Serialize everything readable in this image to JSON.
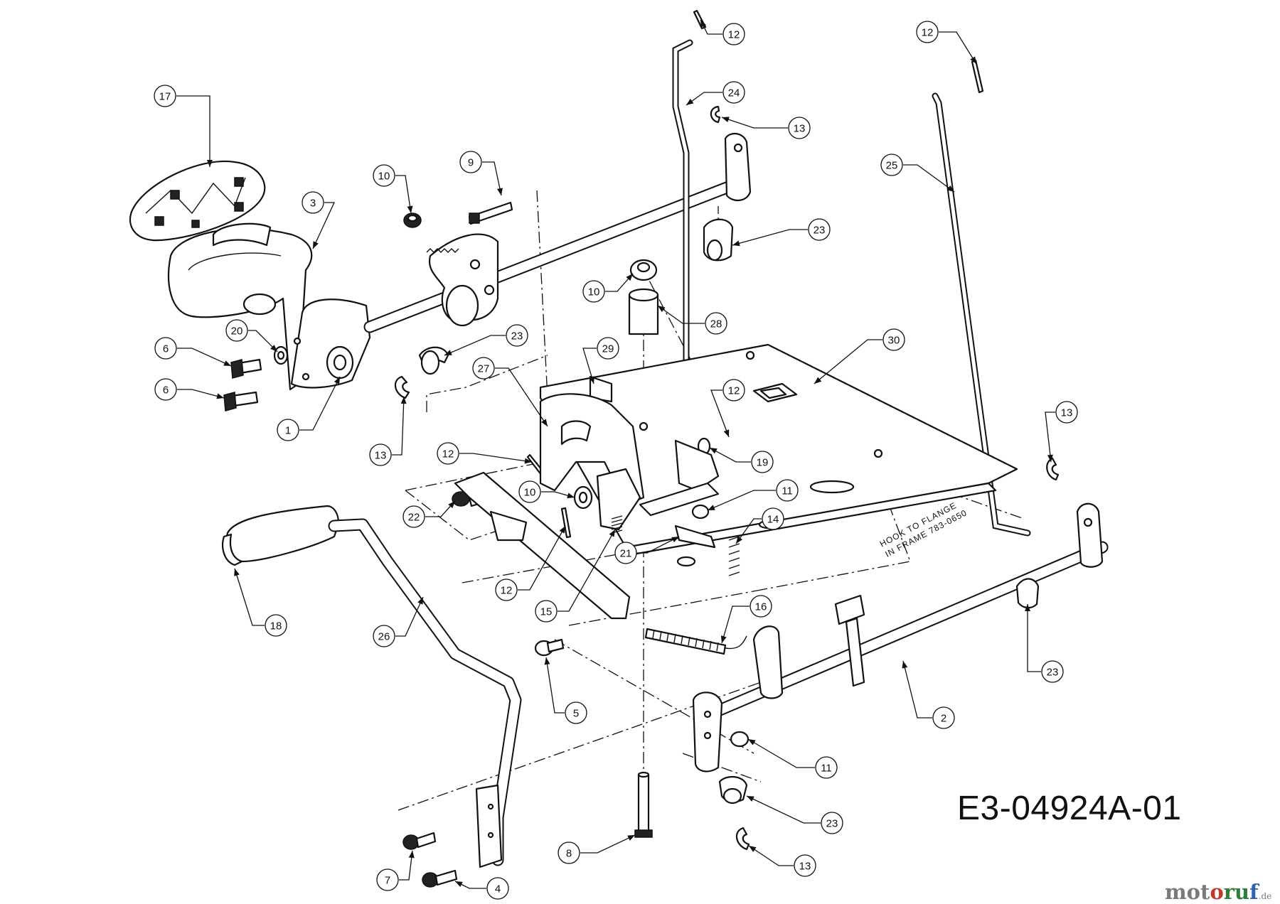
{
  "drawing_number": "E3-04924A-01",
  "note": {
    "line1": "HOOK TO FLANGE",
    "line2": "IN FRAME 783-0650"
  },
  "watermark": {
    "part1": "mot",
    "part2": "o",
    "part3": "ru",
    "part4": "f",
    "suffix": ".de"
  },
  "callouts": [
    {
      "id": "c-17",
      "label": "17"
    },
    {
      "id": "c-3",
      "label": "3"
    },
    {
      "id": "c-10a",
      "label": "10"
    },
    {
      "id": "c-9",
      "label": "9"
    },
    {
      "id": "c-12a",
      "label": "12"
    },
    {
      "id": "c-24",
      "label": "24"
    },
    {
      "id": "c-13a",
      "label": "13"
    },
    {
      "id": "c-12b",
      "label": "12"
    },
    {
      "id": "c-25",
      "label": "25"
    },
    {
      "id": "c-23a",
      "label": "23"
    },
    {
      "id": "c-10b",
      "label": "10"
    },
    {
      "id": "c-28",
      "label": "28"
    },
    {
      "id": "c-20",
      "label": "20"
    },
    {
      "id": "c-6a",
      "label": "6"
    },
    {
      "id": "c-6b",
      "label": "6"
    },
    {
      "id": "c-23b",
      "label": "23"
    },
    {
      "id": "c-29",
      "label": "29"
    },
    {
      "id": "c-30",
      "label": "30"
    },
    {
      "id": "c-27",
      "label": "27"
    },
    {
      "id": "c-1",
      "label": "1"
    },
    {
      "id": "c-12c",
      "label": "12"
    },
    {
      "id": "c-13b",
      "label": "13"
    },
    {
      "id": "c-12d",
      "label": "12"
    },
    {
      "id": "c-19",
      "label": "19"
    },
    {
      "id": "c-13c",
      "label": "13"
    },
    {
      "id": "c-10c",
      "label": "10"
    },
    {
      "id": "c-11a",
      "label": "11"
    },
    {
      "id": "c-22",
      "label": "22"
    },
    {
      "id": "c-14",
      "label": "14"
    },
    {
      "id": "c-21",
      "label": "21"
    },
    {
      "id": "c-12e",
      "label": "12"
    },
    {
      "id": "c-15",
      "label": "15"
    },
    {
      "id": "c-18",
      "label": "18"
    },
    {
      "id": "c-16",
      "label": "16"
    },
    {
      "id": "c-26",
      "label": "26"
    },
    {
      "id": "c-23c",
      "label": "23"
    },
    {
      "id": "c-5",
      "label": "5"
    },
    {
      "id": "c-2",
      "label": "2"
    },
    {
      "id": "c-11b",
      "label": "11"
    },
    {
      "id": "c-23d",
      "label": "23"
    },
    {
      "id": "c-8",
      "label": "8"
    },
    {
      "id": "c-13d",
      "label": "13"
    },
    {
      "id": "c-7",
      "label": "7"
    },
    {
      "id": "c-4",
      "label": "4"
    }
  ]
}
